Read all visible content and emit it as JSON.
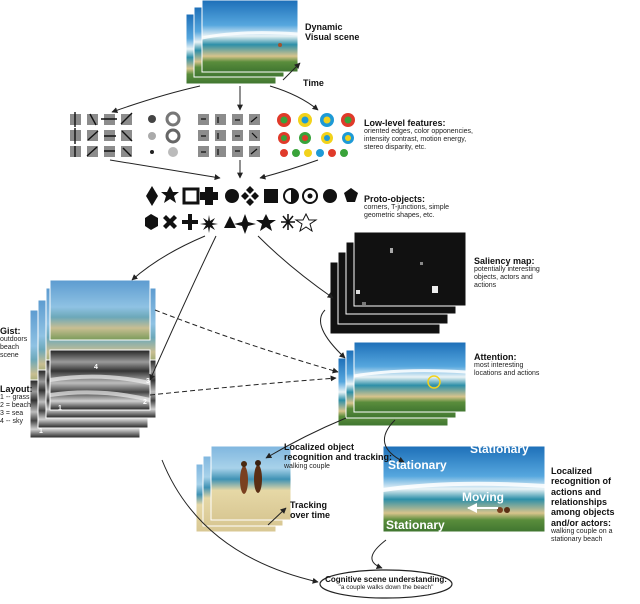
{
  "input": {
    "title_line1": "Dynamic",
    "title_line2": "Visual scene",
    "time_label": "Time"
  },
  "low_level": {
    "title": "Low-level features:",
    "desc_line1": "oriented edges, color opponencies,",
    "desc_line2": "intensity contrast, motion energy,",
    "desc_line3": "stereo disparity, etc.",
    "colors": {
      "red": "#e03a2a",
      "green": "#39a33a",
      "yellow": "#f2d21b",
      "blue": "#1e9ad6",
      "grey": "#8c8c8c"
    }
  },
  "proto": {
    "title": "Proto-objects:",
    "desc_line1": "corners, T-junctions, simple",
    "desc_line2": "geometric shapes, etc."
  },
  "saliency": {
    "title": "Saliency map:",
    "desc_line1": "potentially interesting",
    "desc_line2": "objects, actors and",
    "desc_line3": "actions"
  },
  "attention": {
    "title": "Attention:",
    "desc_line1": "most interesting",
    "desc_line2": "locations and actions"
  },
  "gist": {
    "title": "Gist:",
    "desc_line1": "outdoors",
    "desc_line2": "beach",
    "desc_line3": "scene"
  },
  "layout": {
    "title": "Layout:",
    "items": [
      "1 -- grass",
      "2 = beach",
      "3 = sea",
      "4 -- sky"
    ],
    "region_numbers": [
      "4",
      "3",
      "2",
      "1",
      "1"
    ]
  },
  "localized_object": {
    "title_line1": "Localized object",
    "title_line2": "recognition and tracking:",
    "desc": "walking couple",
    "tracking_line1": "Tracking",
    "tracking_line2": "over time"
  },
  "localized_actions": {
    "title_line1": "Localized recognition of",
    "title_line2": "actions and relationships",
    "title_line3": "among objects and/or actors:",
    "desc": "walking couple on a stationary beach",
    "overlay_stationary_top_right": "Stationary",
    "overlay_stationary_left": "Stationary",
    "overlay_moving": "Moving",
    "overlay_stationary_bottom": "Stationary"
  },
  "cognitive": {
    "title": "Cognitive scene understanding:",
    "quote": "\"a couple walks down the beach\""
  }
}
